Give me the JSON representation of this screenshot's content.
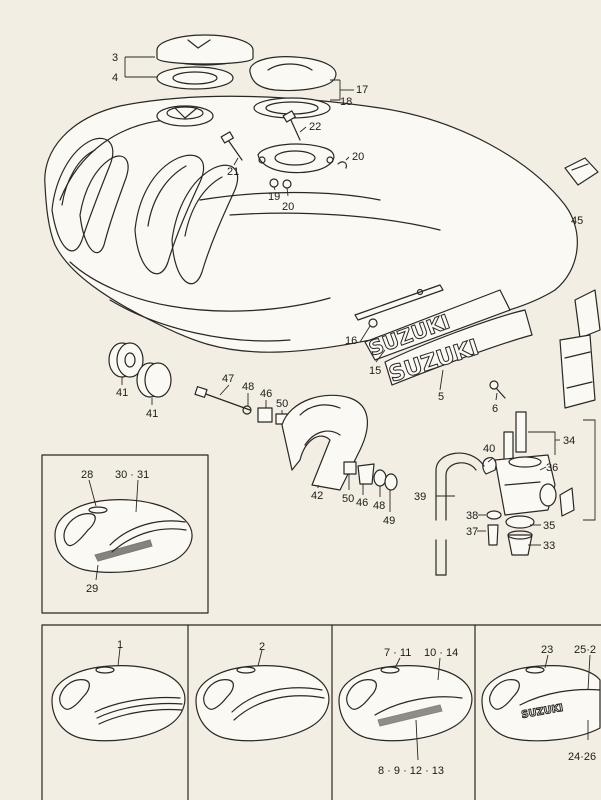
{
  "brand": "SUZUKI",
  "callouts": {
    "c3": "3",
    "c4": "4",
    "c17": "17",
    "c18": "18",
    "c22": "22",
    "c21": "21",
    "c20a": "20",
    "c19": "19",
    "c20b": "20",
    "c45": "45",
    "c16": "16",
    "c15": "15",
    "c5": "5",
    "c6": "6",
    "c41a": "41",
    "c41b": "41",
    "c47": "47",
    "c48a": "48",
    "c46a": "46",
    "c50a": "50",
    "c42": "42",
    "c50b": "50",
    "c46b": "46",
    "c48b": "48",
    "c49": "49",
    "c34": "34",
    "c40": "40",
    "c36": "36",
    "c39": "39",
    "c38": "38",
    "c35": "35",
    "c37": "37",
    "c33": "33"
  },
  "inset_main": {
    "c28": "28",
    "c30_31": "30 · 31",
    "c29": "29"
  },
  "variants": {
    "v1": "1",
    "v2": "2",
    "v3_top": "7 · 11",
    "v3_top2": "10 · 14",
    "v3_bottom": "8 · 9 · 12 · 13",
    "v4_top": "23",
    "v4_top2": "25·2",
    "v4_bottom": "24·26"
  }
}
